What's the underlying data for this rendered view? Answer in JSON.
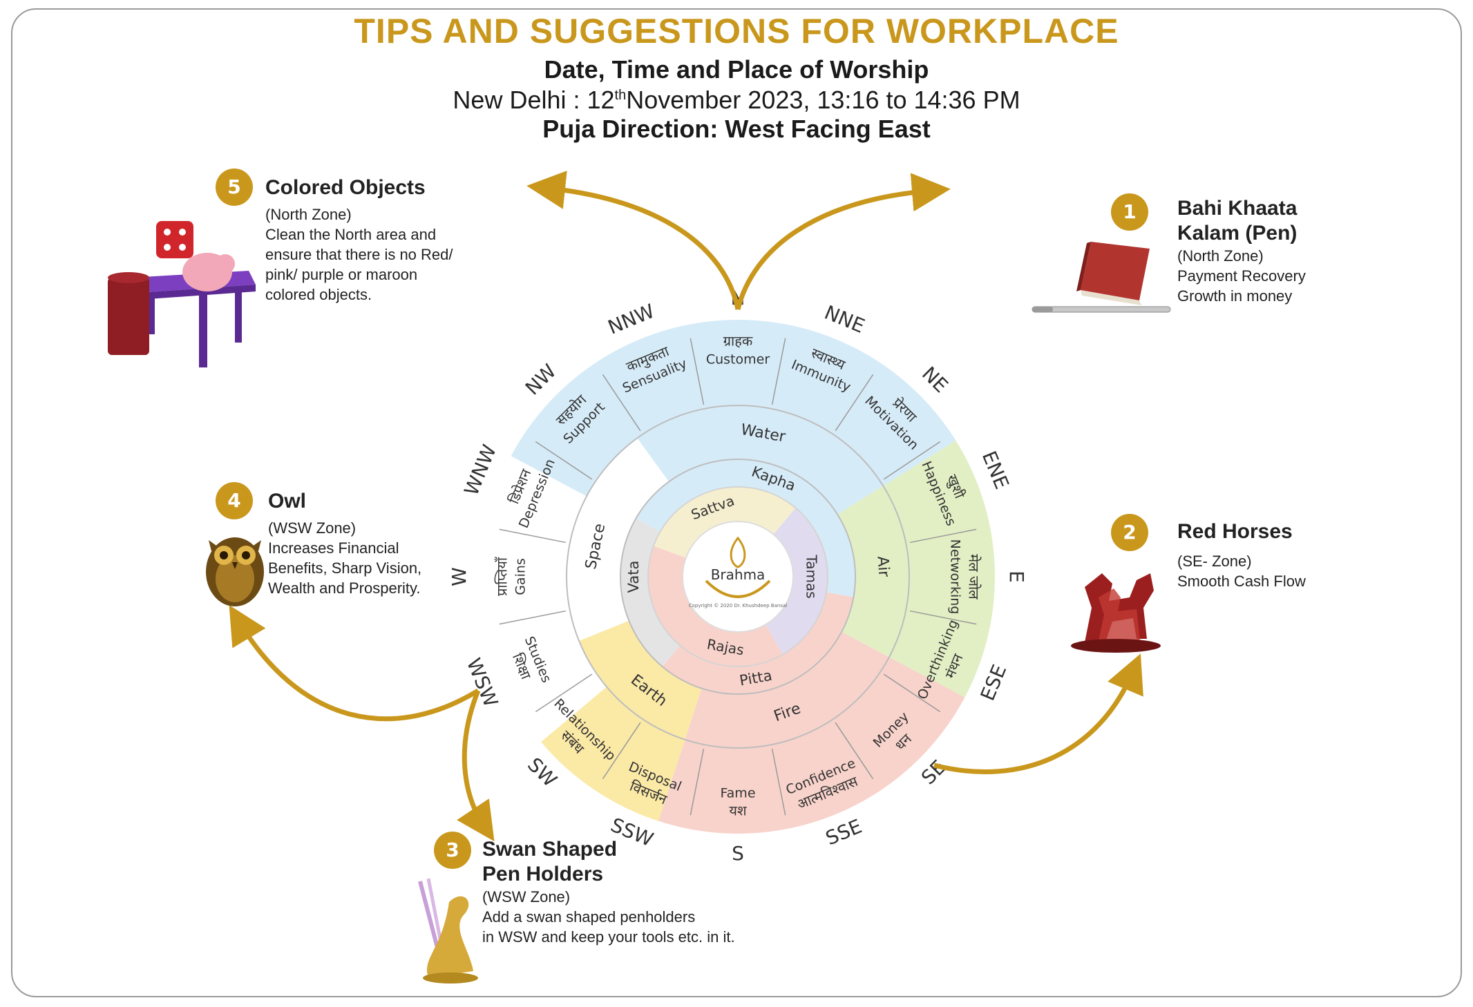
{
  "header": {
    "title": "TIPS AND SUGGESTIONS FOR WORKPLACE",
    "subtitle": "Date, Time and Place of Worship",
    "place": "New Delhi : 12",
    "sup": "th",
    "date_rest": "November 2023, 13:16 to 14:36 PM",
    "direction": "Puja Direction: West Facing East"
  },
  "tips": [
    {
      "num": "1",
      "title_lines": [
        "Bahi Khaata",
        "Kalam (Pen)"
      ],
      "zone": "(North Zone)",
      "desc_lines": [
        "Payment Recovery",
        "Growth in money"
      ]
    },
    {
      "num": "2",
      "title_lines": [
        "Red Horses"
      ],
      "zone": "(SE- Zone)",
      "desc_lines": [
        "Smooth Cash Flow"
      ]
    },
    {
      "num": "3",
      "title_lines": [
        "Swan Shaped",
        "Pen Holders"
      ],
      "zone": "(WSW Zone)",
      "desc_lines": [
        "Add a swan shaped penholders",
        "in WSW and keep your tools etc. in it."
      ]
    },
    {
      "num": "4",
      "title_lines": [
        "Owl"
      ],
      "zone": "(WSW Zone)",
      "desc_lines": [
        "Increases Financial",
        "Benefits, Sharp Vision,",
        "Wealth and Prosperity."
      ]
    },
    {
      "num": "5",
      "title_lines": [
        "Colored Objects"
      ],
      "zone": "(North Zone)",
      "desc_lines": [
        "Clean the North area and",
        "ensure that there is no Red/",
        "pink/ purple or maroon",
        "colored objects."
      ]
    }
  ],
  "wheel": {
    "directions": [
      "N",
      "NNE",
      "NE",
      "ENE",
      "E",
      "ESE",
      "SE",
      "SSE",
      "S",
      "SSW",
      "SW",
      "WSW",
      "W",
      "WNW",
      "NW",
      "NNW"
    ],
    "zones": [
      {
        "hindi": "ग्राहक",
        "english": "Customer"
      },
      {
        "hindi": "स्वास्थ्य",
        "english": "Immunity"
      },
      {
        "hindi": "प्रेरणा",
        "english": "Motivation"
      },
      {
        "hindi": "खुशी",
        "english": "Happiness"
      },
      {
        "hindi": "मेल जोल",
        "english": "Networking"
      },
      {
        "hindi": "मंथन",
        "english": "Overthinking"
      },
      {
        "hindi": "धन",
        "english": "Money"
      },
      {
        "hindi": "आत्मविश्वास",
        "english": "Confidence"
      },
      {
        "hindi": "यश",
        "english": "Fame"
      },
      {
        "hindi": "विसर्जन",
        "english": "Disposal"
      },
      {
        "hindi": "संबंध",
        "english": "Relationship"
      },
      {
        "hindi": "शिक्षा",
        "english": "Studies"
      },
      {
        "hindi": "प्राप्तियाँ",
        "english": "Gains"
      },
      {
        "hindi": "डिप्रेशन",
        "english": "Depression"
      },
      {
        "hindi": "सहयोग",
        "english": "Support"
      },
      {
        "hindi": "कामुकता",
        "english": "Sensuality"
      }
    ],
    "elements": [
      "Water",
      "Air",
      "Fire",
      "Earth",
      "Space"
    ],
    "doshas": [
      "Kapha",
      "Pitta",
      "Vata"
    ],
    "gunas": [
      "Sattva",
      "Tamas",
      "Rajas"
    ],
    "center": "Brahma",
    "copyright": "Copyright © 2020 Dr. Khushdeep Bansal",
    "colors": {
      "water": "#d6ebf8",
      "air": "#e2efc4",
      "fire": "#f8d3cb",
      "earth": "#fbe9a6",
      "space": "#ffffff",
      "vata": "#e4e4e4",
      "sattva": "#f6efcf",
      "tamas": "#e0dbef",
      "rajas": "#f8d3cb",
      "gold": "#c9971c"
    }
  }
}
